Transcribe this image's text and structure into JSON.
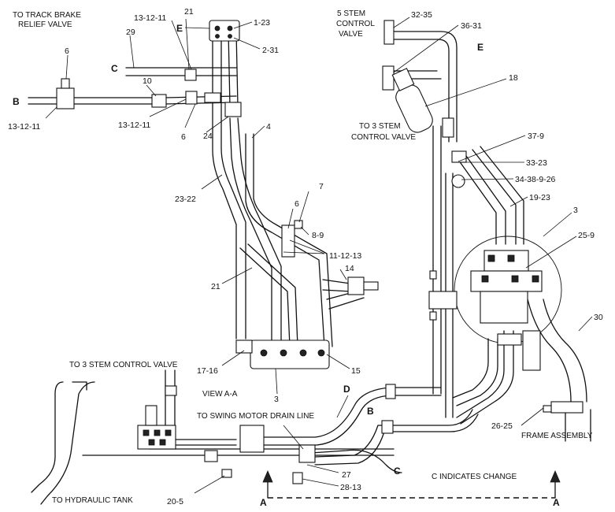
{
  "notes": {
    "track_brake_line1": "TO TRACK BRAKE",
    "track_brake_line2": "RELIEF VALVE",
    "five_stem_line1": "5 STEM",
    "five_stem_line2": "CONTROL",
    "five_stem_line3": "VALVE",
    "to_3stem_right_line1": "TO 3 STEM",
    "to_3stem_right_line2": "CONTROL VALVE",
    "to_3stem_left": "TO 3 STEM CONTROL VALVE",
    "view_aa": "VIEW A-A",
    "swing_motor": "TO SWING MOTOR DRAIN LINE",
    "hydraulic_tank": "TO HYDRAULIC TANK",
    "frame_assembly": "FRAME ASSEMBLY",
    "indicates_change": "C   INDICATES CHANGE"
  },
  "callouts": {
    "c_13_12_11_top": "13-12-11",
    "c_21_top": "21",
    "c_E_top": "E",
    "c_1_23": "1-23",
    "c_2_31": "2-31",
    "c_29": "29",
    "c_6_left": "6",
    "c_C_left": "C",
    "c_10": "10",
    "c_B_left": "B",
    "c_13_12_11_left": "13-12-11",
    "c_13_12_11_mid": "13-12-11",
    "c_6_mid": "6",
    "c_24": "24",
    "c_4": "4",
    "c_23_22": "23-22",
    "c_6_center": "6",
    "c_7": "7",
    "c_8_9": "8-9",
    "c_11_12_13": "11-12-13",
    "c_14": "14",
    "c_21_center": "21",
    "c_17_16": "17-16",
    "c_15": "15",
    "c_3_bottom": "3",
    "c_D": "D",
    "c_B_bottom": "B",
    "c_C_bottom": "C",
    "c_27": "27",
    "c_28_13": "28-13",
    "c_20_5": "20-5",
    "c_A_left": "A",
    "c_A_right": "A",
    "c_32_35": "32-35",
    "c_36_31": "36-31",
    "c_E_right": "E",
    "c_18": "18",
    "c_37_9": "37-9",
    "c_33_23": "33-23",
    "c_34_38_9_26": "34-38-9-26",
    "c_19_23": "19-23",
    "c_3_right": "3",
    "c_25_9": "25-9",
    "c_30": "30",
    "c_26_25": "26-25"
  }
}
